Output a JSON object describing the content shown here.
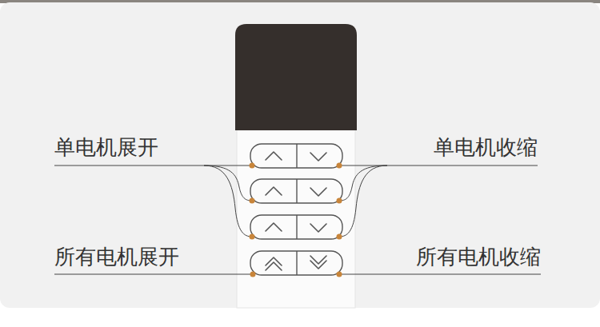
{
  "diagram": {
    "labels": [
      "单电机展开",
      "单电机收缩",
      "所有电机展开",
      "所有电机收缩"
    ]
  }
}
